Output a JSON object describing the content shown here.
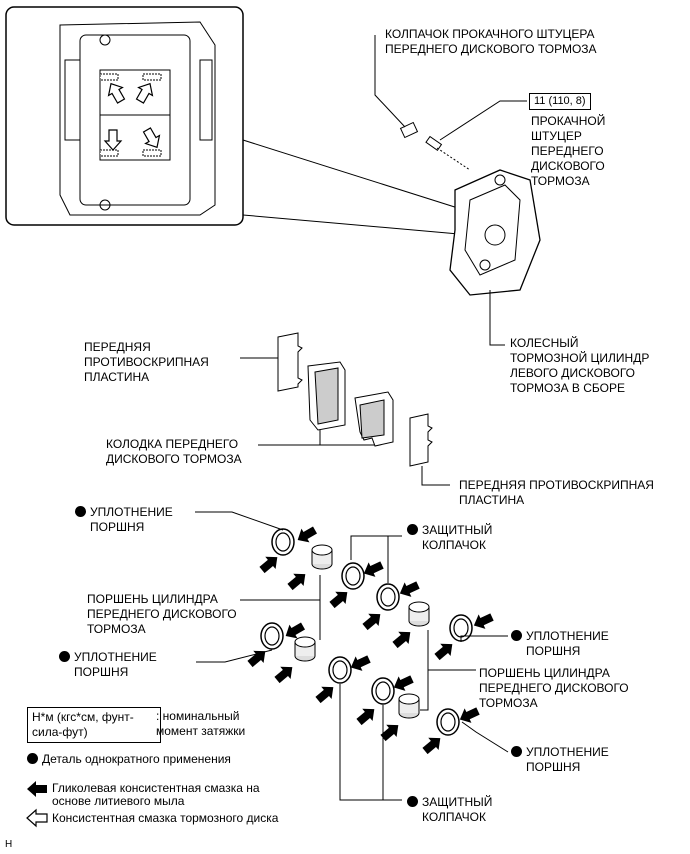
{
  "labels": {
    "bleeder_cap": [
      "КОЛПАЧОК ПРОКАЧНОГО ШТУЦЕРА",
      "ПЕРЕДНЕГО ДИСКОВОГО ТОРМОЗА"
    ],
    "torque": "11 (110, 8)",
    "bleeder_plug": [
      "ПРОКАЧНОЙ",
      "ШТУЦЕР",
      "ПЕРЕДНЕГО",
      "ДИСКОВОГО",
      "ТОРМОЗА"
    ],
    "caliper_assy": [
      "КОЛЕСНЫЙ",
      "ТОРМОЗНОЙ ЦИЛИНДР",
      "ЛЕВОГО ДИСКОВОГО",
      "ТОРМОЗА В СБОРЕ"
    ],
    "anti_squeal_upper": [
      "ПЕРЕДНЯЯ",
      "ПРОТИВОСКРИПНАЯ",
      "ПЛАСТИНА"
    ],
    "brake_pad": [
      "КОЛОДКА ПЕРЕДНЕГО",
      "ДИСКОВОГО ТОРМОЗА"
    ],
    "anti_squeal_lower": [
      "ПЕРЕДНЯЯ ПРОТИВОСКРИПНАЯ",
      "ПЛАСТИНА"
    ],
    "piston_seal": [
      "УПЛОТНЕНИЕ",
      "ПОРШНЯ"
    ],
    "dust_boot": [
      "ЗАЩИТНЫЙ",
      "КОЛПАЧОК"
    ],
    "piston": [
      "ПОРШЕНЬ ЦИЛИНДРА",
      "ПЕРЕДНЕГО ДИСКОВОГО",
      "ТОРМОЗА"
    ]
  },
  "legend": {
    "torque_box": [
      "Н*м (кгс*см, фунт-",
      "сила-фут)"
    ],
    "torque_desc": [
      ": номинальный",
      "момент затяжки"
    ],
    "non_reusable": "Деталь однократного применения",
    "lithium_grease": [
      "Гликолевая консистентная смазка на",
      "основе литиевого мыла"
    ],
    "disc_grease": "Консистентная смазка тормозного диска"
  },
  "footer_code": "H"
}
